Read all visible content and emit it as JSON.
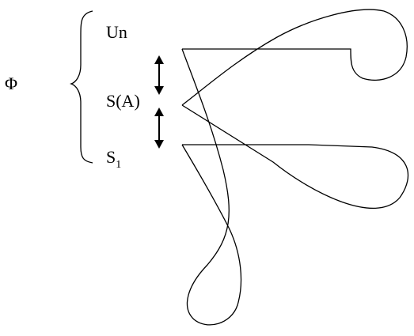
{
  "diagram": {
    "phi_label": "Φ",
    "levels": {
      "upper": "Un",
      "middle": "S(A)",
      "lower_main": "S",
      "lower_sub": "1"
    }
  },
  "colors": {
    "ink": "#000000",
    "background": "#ffffff"
  }
}
